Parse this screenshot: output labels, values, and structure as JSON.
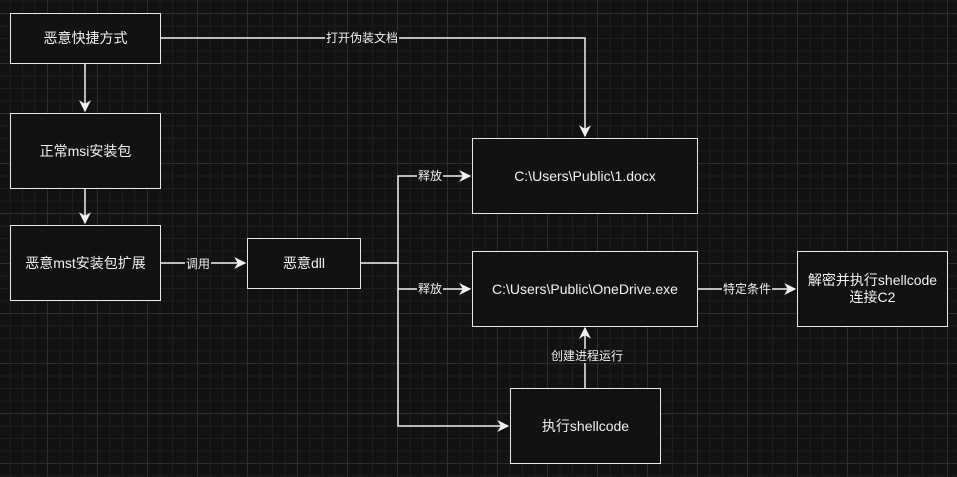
{
  "diagram": {
    "colors": {
      "background": "#121212",
      "stroke": "#e8e8e8",
      "text": "#f2f2f2"
    },
    "nodes": {
      "shortcut": "恶意快捷方式",
      "msi": "正常msi安装包",
      "mst": "恶意mst安装包扩展",
      "dll": "恶意dll",
      "docx": "C:\\Users\\Public\\1.docx",
      "onedrive": "C:\\Users\\Public\\OneDrive.exe",
      "decrypt": "解密并执行shellcode\n连接C2",
      "exec_shellcode": "执行shellcode"
    },
    "edges": {
      "open_decoy": "打开伪装文档",
      "invoke": "调用",
      "release_docx": "释放",
      "release_exe": "释放",
      "condition": "特定条件",
      "create_process": "创建进程运行"
    }
  }
}
